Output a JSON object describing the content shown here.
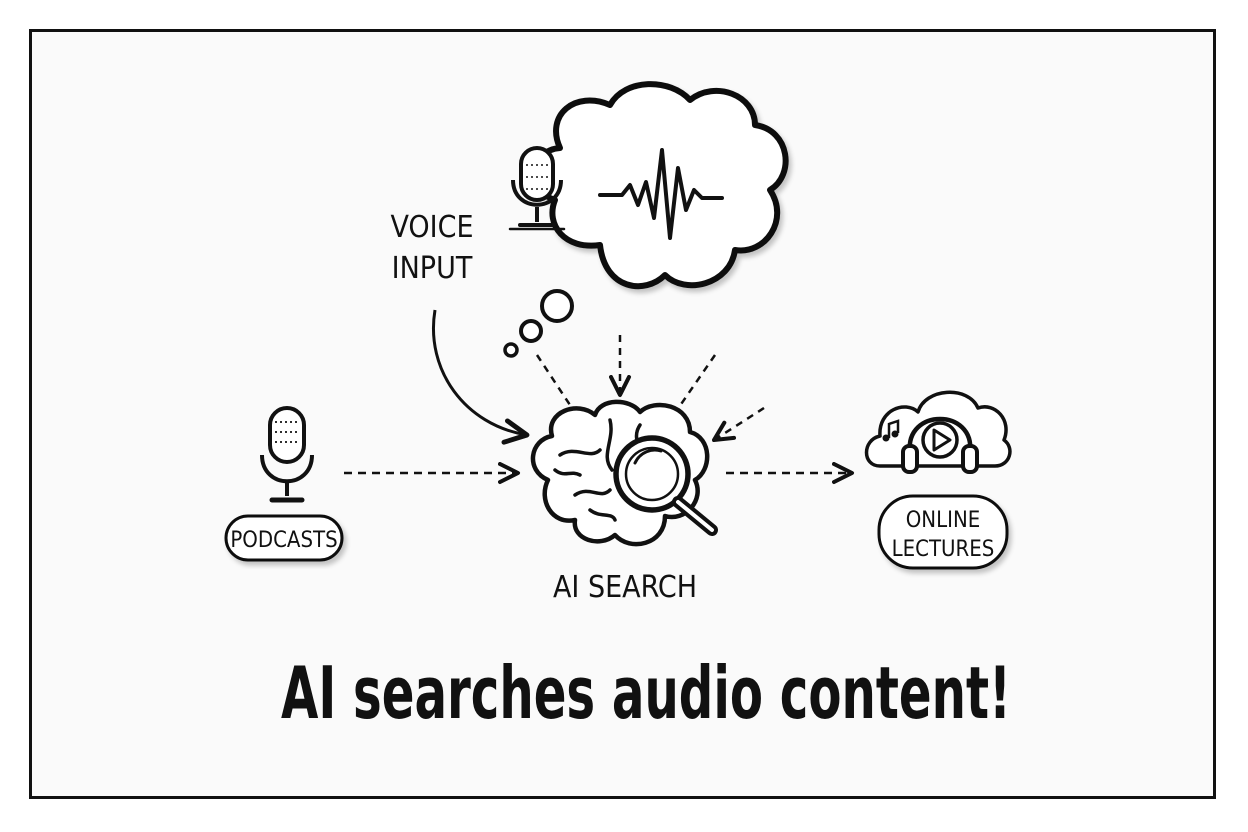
{
  "diagram": {
    "nodes": {
      "voice_input": {
        "line1": "VOICE",
        "line2": "INPUT",
        "icon": "microphone-icon"
      },
      "podcasts": {
        "label": "PODCASTS",
        "icon": "microphone-icon"
      },
      "ai_search": {
        "label": "AI SEARCH",
        "icon": "brain-magnifier-icon"
      },
      "online_lectures": {
        "line1": "ONLINE",
        "line2": "LECTURES",
        "icon": "cloud-headphones-icon"
      },
      "thought": {
        "icon": "sound-wave-icon"
      }
    },
    "edges": [
      {
        "from": "voice_input",
        "to": "ai_search",
        "style": "solid-curved"
      },
      {
        "from": "podcasts",
        "to": "ai_search",
        "style": "dashed"
      },
      {
        "from": "ai_search",
        "to": "online_lectures",
        "style": "dashed"
      },
      {
        "from": "thought",
        "to": "ai_search",
        "style": "dashed"
      }
    ],
    "caption": "AI searches audio content!"
  },
  "colors": {
    "ink": "#111111",
    "background": "#fafafa"
  }
}
